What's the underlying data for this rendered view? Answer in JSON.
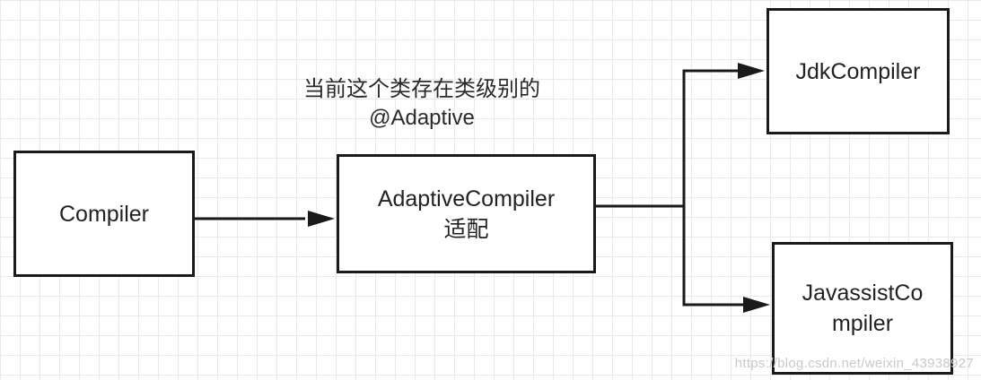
{
  "diagram": {
    "nodes": {
      "compiler": {
        "lines": [
          "Compiler"
        ]
      },
      "adaptive_compiler": {
        "lines": [
          "AdaptiveCompiler",
          "适配"
        ]
      },
      "jdk_compiler": {
        "lines": [
          "JdkCompiler"
        ]
      },
      "javassist_compiler": {
        "lines": [
          "JavassistCo",
          "mpiler"
        ]
      }
    },
    "annotation": {
      "lines": [
        "当前这个类存在类级别的",
        "@Adaptive"
      ]
    },
    "edges": [
      {
        "from": "compiler",
        "to": "adaptive_compiler"
      },
      {
        "from": "adaptive_compiler",
        "to": "jdk_compiler"
      },
      {
        "from": "adaptive_compiler",
        "to": "javassist_compiler"
      }
    ],
    "line_color": "#1a1a1a"
  },
  "watermark": "https://blog.csdn.net/weixin_43938927"
}
